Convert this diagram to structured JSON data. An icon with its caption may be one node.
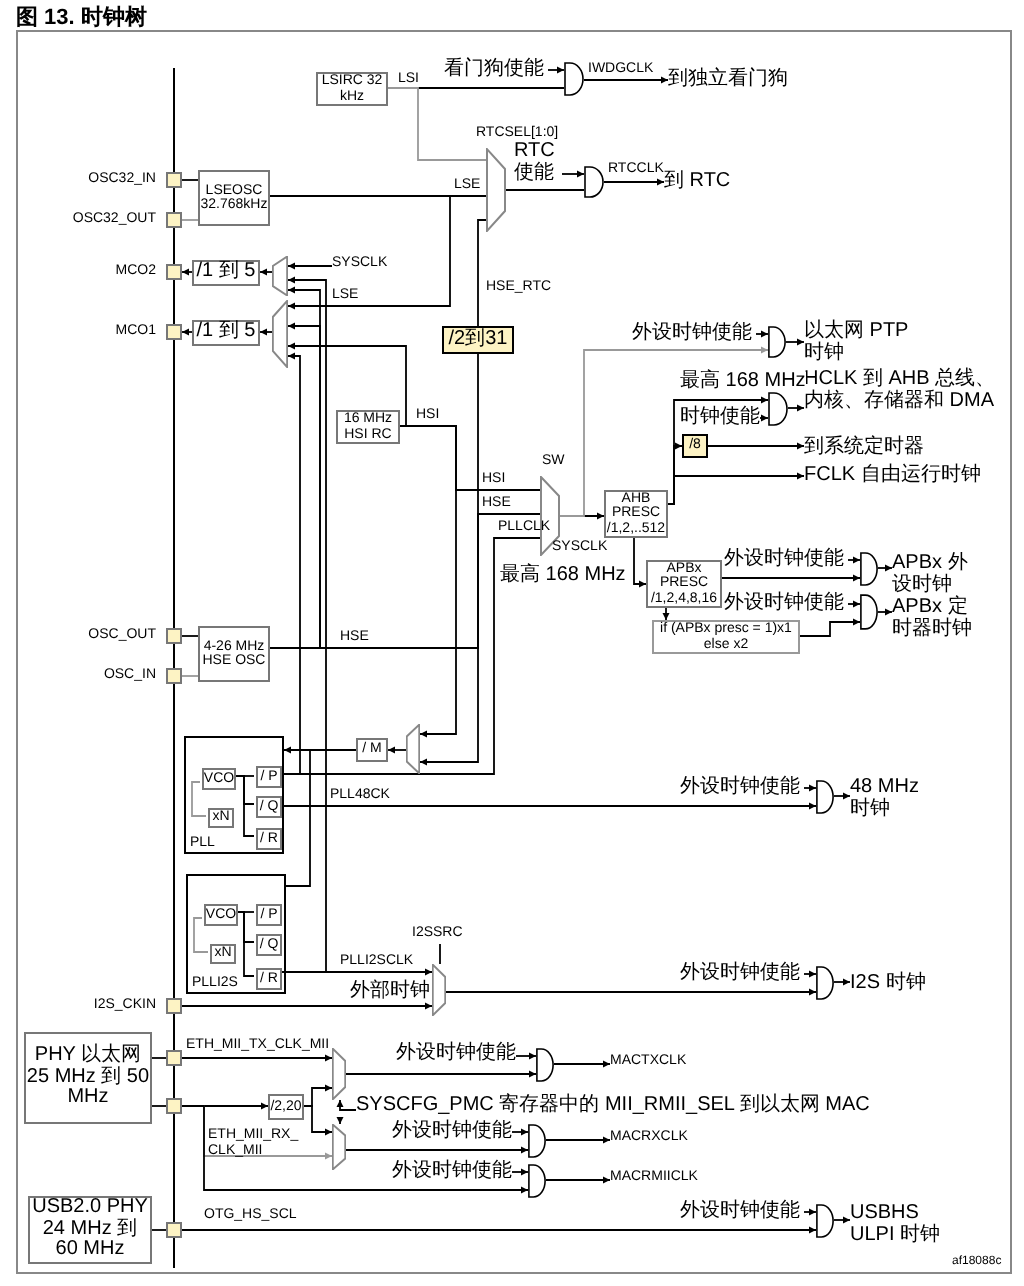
{
  "diagram": {
    "title": "图 13. 时钟树",
    "nodes": [
      {
        "text": [
          "LSIRC 32 kHz"
        ]
      },
      {
        "text": [
          "看门狗使能"
        ]
      },
      {
        "text": [],
        "shape": "gate"
      },
      {
        "text": [
          "到独立看门狗"
        ]
      },
      {
        "text": [],
        "shape": "mux"
      },
      {
        "text": [
          "RTC 使能"
        ]
      },
      {
        "text": [],
        "shape": "gate"
      },
      {
        "text": [
          "到 RTC"
        ]
      },
      {
        "text": [
          "LSEOSC 32.768kHz"
        ]
      },
      {
        "text": [
          "OSC32_IN"
        ]
      },
      {
        "text": [
          "OSC32_OUT"
        ]
      },
      {
        "text": [
          "MCO2"
        ]
      },
      {
        "text": [
          "MCO1"
        ]
      },
      {
        "text": [
          "/1 到 5"
        ]
      },
      {
        "text": [
          "/1 到 5"
        ]
      },
      {
        "text": [],
        "shape": "mux"
      },
      {
        "text": [],
        "shape": "mux"
      },
      {
        "text": [
          "/2到31"
        ]
      },
      {
        "text": [
          "16 MHz HSI RC"
        ]
      },
      {
        "text": [],
        "shape": "mux",
        "beside": [
          "SW"
        ]
      },
      {
        "text": [
          "AHB PRESC /1,2,..512"
        ]
      },
      {
        "text": [
          "外设时钟使能"
        ]
      },
      {
        "text": [],
        "shape": "gate"
      },
      {
        "text": [
          "以太网 PTP 时钟"
        ]
      },
      {
        "text": [
          "时钟使能"
        ]
      },
      {
        "text": [],
        "shape": "gate"
      },
      {
        "text": [
          "HCLK 到 AHB 总线、内核、存储器和 DMA"
        ]
      },
      {
        "text": [
          "/8"
        ]
      },
      {
        "text": [
          "到系统定时器"
        ]
      },
      {
        "text": [
          "FCLK 自由运行时钟"
        ]
      },
      {
        "text": [
          "APBx PRESC /1,2,4,8,16"
        ]
      },
      {
        "text": [
          "外设时钟使能"
        ]
      },
      {
        "text": [],
        "shape": "gate"
      },
      {
        "text": [
          "APBx 外设时钟"
        ]
      },
      {
        "text": [
          "外设时钟使能"
        ]
      },
      {
        "text": [
          "if (APBx presc = 1)x1 else x2"
        ]
      },
      {
        "text": [],
        "shape": "gate"
      },
      {
        "text": [
          "APBx 定时器时钟"
        ]
      },
      {
        "text": [
          "OSC_OUT"
        ]
      },
      {
        "text": [
          "OSC_IN"
        ]
      },
      {
        "text": [
          "4-26 MHz HSE OSC"
        ]
      },
      {
        "text": [],
        "shape": "mux"
      },
      {
        "text": [
          "/ M"
        ]
      },
      {
        "text": [
          "PLL"
        ]
      },
      {
        "text": [
          "VCO"
        ],
        "in": 43
      },
      {
        "text": [
          "xN"
        ],
        "in": 43
      },
      {
        "text": [
          "/ P"
        ],
        "in": 43
      },
      {
        "text": [
          "/ Q"
        ],
        "in": 43
      },
      {
        "text": [
          "/ R"
        ],
        "in": 43
      },
      {
        "text": [
          "外设时钟使能"
        ]
      },
      {
        "text": [],
        "shape": "gate"
      },
      {
        "text": [
          "48 MHz 时钟"
        ]
      },
      {
        "text": [
          "PLLI2S"
        ]
      },
      {
        "text": [
          "VCO"
        ],
        "in": 52
      },
      {
        "text": [
          "xN"
        ],
        "in": 52
      },
      {
        "text": [
          "/ P"
        ],
        "in": 52
      },
      {
        "text": [
          "/ Q"
        ],
        "in": 52
      },
      {
        "text": [
          "/ R"
        ],
        "in": 52
      },
      {
        "text": [
          "I2SSRC"
        ]
      },
      {
        "text": [],
        "shape": "mux"
      },
      {
        "text": [
          "I2S_CKIN"
        ]
      },
      {
        "text": [
          "外设时钟使能"
        ]
      },
      {
        "text": [],
        "shape": "gate"
      },
      {
        "text": [
          "I2S 时钟"
        ]
      },
      {
        "text": [
          "PHY 以太网 25 MHz 到 50 MHz"
        ]
      },
      {
        "text": [],
        "shape": "box"
      },
      {
        "text": [],
        "shape": "box"
      },
      {
        "text": [],
        "shape": "mux"
      },
      {
        "text": [
          "外设时钟使能"
        ]
      },
      {
        "text": [],
        "shape": "gate"
      },
      {
        "text": [
          "MACTXCLK"
        ]
      },
      {
        "text": [
          "/2,20"
        ]
      },
      {
        "text": [],
        "shape": "mux"
      },
      {
        "text": [
          "SYSCFG_PMC 寄存器中的 MII_RMII_SEL 到以太网 MAC"
        ]
      },
      {
        "text": [
          "外设时钟使能"
        ]
      },
      {
        "text": [],
        "shape": "gate"
      },
      {
        "text": [
          "MACRXCLK"
        ]
      },
      {
        "text": [
          "外设时钟使能"
        ]
      },
      {
        "text": [],
        "shape": "gate"
      },
      {
        "text": [
          "MACRMIICLK"
        ]
      },
      {
        "text": [
          "USB2.0 PHY 24 MHz 到 60 MHz"
        ]
      },
      {
        "text": [],
        "shape": "box"
      },
      {
        "text": [
          "外设时钟使能"
        ]
      },
      {
        "text": [],
        "shape": "gate"
      },
      {
        "text": [
          "USBHS ULPI 时钟"
        ]
      },
      {
        "text": [
          "SYSCLK"
        ]
      }
    ],
    "edges": [
      {
        "from": 0,
        "to": 2,
        "arrow": "none"
      },
      {
        "from": 0,
        "to": 4,
        "arrow": "none",
        "color": "#999999"
      },
      {
        "from": 1,
        "to": 2,
        "arrow": "to"
      },
      {
        "from": 2,
        "to": 3,
        "arrow": "to",
        "label": "IWDGCLK"
      },
      {
        "from": 8,
        "to": 4,
        "arrow": "none"
      },
      {
        "from": 17,
        "to": 4,
        "arrow": "none"
      },
      {
        "from": 4,
        "to": 6,
        "arrow": "none"
      },
      {
        "from": 5,
        "to": 6,
        "arrow": "to"
      },
      {
        "from": 6,
        "to": 7,
        "arrow": "to",
        "label": "RTCCLK"
      },
      {
        "from": 9,
        "to": 8,
        "arrow": "none"
      },
      {
        "from": 10,
        "to": 8,
        "arrow": "none",
        "color": "#999999"
      },
      {
        "from": 13,
        "to": 11,
        "arrow": "to"
      },
      {
        "from": 15,
        "to": 13,
        "arrow": "to"
      },
      {
        "from": 14,
        "to": 12,
        "arrow": "to"
      },
      {
        "from": 16,
        "to": 14,
        "arrow": "to"
      },
      {
        "from": 85,
        "to": 15,
        "arrow": "to"
      },
      {
        "from": 8,
        "to": 16,
        "arrow": "to"
      },
      {
        "from": 40,
        "to": 15,
        "arrow": "to"
      },
      {
        "from": 40,
        "to": 16,
        "arrow": "to"
      },
      {
        "from": 18,
        "to": 16,
        "arrow": "to"
      },
      {
        "from": 46,
        "to": 16,
        "arrow": "to"
      },
      {
        "from": 57,
        "to": 15,
        "arrow": "to"
      },
      {
        "from": 40,
        "to": 17,
        "arrow": "none"
      },
      {
        "from": 18,
        "to": 19,
        "arrow": "none"
      },
      {
        "from": 40,
        "to": 19,
        "arrow": "none"
      },
      {
        "from": 46,
        "to": 19,
        "arrow": "none"
      },
      {
        "from": 40,
        "to": 41,
        "arrow": "to"
      },
      {
        "from": 18,
        "to": 41,
        "arrow": "to"
      },
      {
        "from": 41,
        "to": 42,
        "arrow": "to"
      },
      {
        "from": 42,
        "to": 43,
        "arrow": "to"
      },
      {
        "from": 42,
        "to": 52,
        "arrow": "none"
      },
      {
        "from": 19,
        "to": 20,
        "arrow": "to"
      },
      {
        "from": 19,
        "to": 22,
        "arrow": "to",
        "color": "#999999"
      },
      {
        "from": 21,
        "to": 22,
        "arrow": "to"
      },
      {
        "from": 22,
        "to": 23,
        "arrow": "to"
      },
      {
        "from": 20,
        "to": 25,
        "arrow": "to",
        "label": "最高 168 MHz"
      },
      {
        "from": 24,
        "to": 25,
        "arrow": "to"
      },
      {
        "from": 25,
        "to": 26,
        "arrow": "to"
      },
      {
        "from": 20,
        "to": 27,
        "arrow": "to"
      },
      {
        "from": 27,
        "to": 28,
        "arrow": "to"
      },
      {
        "from": 20,
        "to": 29,
        "arrow": "to"
      },
      {
        "from": 20,
        "to": 30,
        "arrow": "to"
      },
      {
        "from": 30,
        "to": 32,
        "arrow": "to"
      },
      {
        "from": 31,
        "to": 32,
        "arrow": "to"
      },
      {
        "from": 32,
        "to": 33,
        "arrow": "to"
      },
      {
        "from": 30,
        "to": 35,
        "arrow": "to"
      },
      {
        "from": 34,
        "to": 36,
        "arrow": "to"
      },
      {
        "from": 35,
        "to": 36,
        "arrow": "to"
      },
      {
        "from": 36,
        "to": 37,
        "arrow": "to"
      },
      {
        "from": 38,
        "to": 40,
        "arrow": "none"
      },
      {
        "from": 39,
        "to": 40,
        "arrow": "none",
        "color": "#999999"
      },
      {
        "from": 44,
        "to": 46,
        "arrow": "none"
      },
      {
        "from": 44,
        "to": 47,
        "arrow": "none"
      },
      {
        "from": 44,
        "to": 48,
        "arrow": "none"
      },
      {
        "from": 45,
        "to": 44,
        "arrow": "none",
        "color": "#999999"
      },
      {
        "from": 47,
        "to": 50,
        "arrow": "to"
      },
      {
        "from": 49,
        "to": 50,
        "arrow": "to"
      },
      {
        "from": 50,
        "to": 51,
        "arrow": "to"
      },
      {
        "from": 53,
        "to": 55,
        "arrow": "none"
      },
      {
        "from": 53,
        "to": 56,
        "arrow": "none"
      },
      {
        "from": 53,
        "to": 57,
        "arrow": "none"
      },
      {
        "from": 54,
        "to": 53,
        "arrow": "none",
        "color": "#999999"
      },
      {
        "from": 57,
        "to": 59,
        "arrow": "to"
      },
      {
        "from": 58,
        "to": 59,
        "arrow": "none"
      },
      {
        "from": 60,
        "to": 59,
        "arrow": "to"
      },
      {
        "from": 59,
        "to": 62,
        "arrow": "to"
      },
      {
        "from": 61,
        "to": 62,
        "arrow": "to"
      },
      {
        "from": 62,
        "to": 63,
        "arrow": "to"
      },
      {
        "from": 64,
        "to": 65,
        "arrow": "none"
      },
      {
        "from": 64,
        "to": 66,
        "arrow": "none"
      },
      {
        "from": 65,
        "to": 67,
        "arrow": "to"
      },
      {
        "from": 66,
        "to": 71,
        "arrow": "to"
      },
      {
        "from": 66,
        "to": 72,
        "arrow": "to",
        "color": "#999999"
      },
      {
        "from": 66,
        "to": 78,
        "arrow": "to"
      },
      {
        "from": 71,
        "to": 67,
        "arrow": "to"
      },
      {
        "from": 71,
        "to": 72,
        "arrow": "to"
      },
      {
        "from": 73,
        "to": 67,
        "arrow": "to"
      },
      {
        "from": 73,
        "to": 72,
        "arrow": "to"
      },
      {
        "from": 67,
        "to": 69,
        "arrow": "to"
      },
      {
        "from": 68,
        "to": 69,
        "arrow": "to"
      },
      {
        "from": 69,
        "to": 70,
        "arrow": "to"
      },
      {
        "from": 72,
        "to": 75,
        "arrow": "to"
      },
      {
        "from": 74,
        "to": 75,
        "arrow": "to"
      },
      {
        "from": 75,
        "to": 76,
        "arrow": "to"
      },
      {
        "from": 77,
        "to": 78,
        "arrow": "to"
      },
      {
        "from": 78,
        "to": 79,
        "arrow": "to"
      },
      {
        "from": 80,
        "to": 81,
        "arrow": "none"
      },
      {
        "from": 81,
        "to": 83,
        "arrow": "to"
      },
      {
        "from": 82,
        "to": 83,
        "arrow": "to"
      },
      {
        "from": 83,
        "to": 84,
        "arrow": "to"
      }
    ],
    "labels": [
      "LSI",
      "RTCSEL[1:0]",
      "LSE",
      "LSE",
      "HSE_RTC",
      "HSI",
      "HSI",
      "HSE",
      "PLLCLK",
      "SYSCLK",
      "最高 168 MHz",
      "HSE",
      "PLL48CK",
      "PLLI2SCLK",
      "外部时钟",
      "ETH_MII_TX_CLK_MII",
      "ETH_MII_RX_ CLK_MII",
      "OTG_HS_SCL",
      "af18088c"
    ]
  }
}
